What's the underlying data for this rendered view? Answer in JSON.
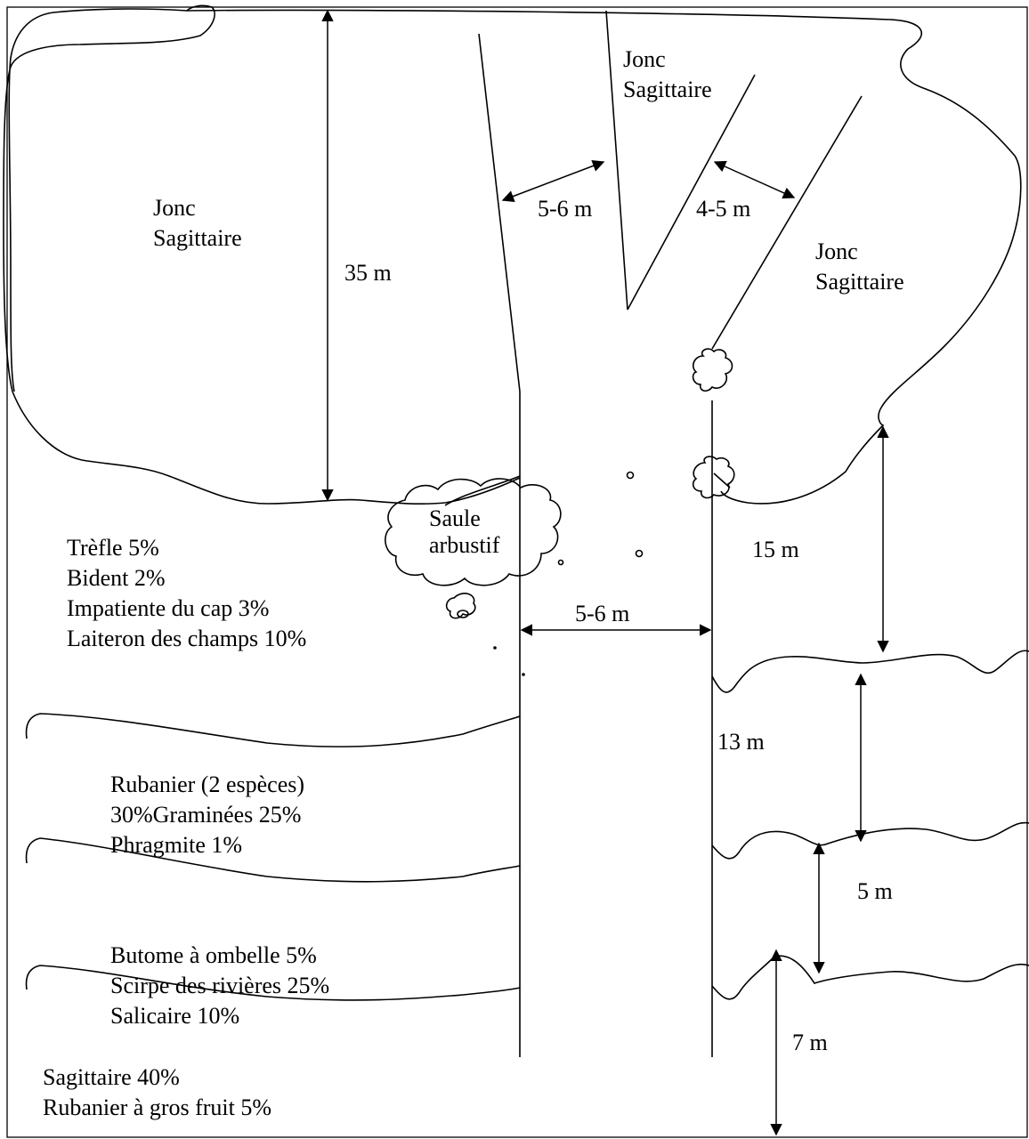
{
  "zones": {
    "top_left": {
      "lines": [
        "Jonc",
        "Sagittaire"
      ]
    },
    "top_middle": {
      "lines": [
        "Jonc",
        "Sagittaire"
      ]
    },
    "top_right": {
      "lines": [
        "Jonc",
        "Sagittaire"
      ]
    },
    "willow": {
      "lines": [
        "Saule",
        "arbustif"
      ]
    },
    "band1": {
      "lines": [
        "Trèfle 5%",
        "Bident 2%",
        "Impatiente du cap 3%",
        "Laiteron des champs 10%"
      ]
    },
    "band2": {
      "lines": [
        "Rubanier (2 espèces)",
        "30%Graminées 25%",
        "Phragmite 1%"
      ]
    },
    "band3": {
      "lines": [
        "Butome à ombelle 5%",
        "Scirpe des rivières 25%",
        "Salicaire 10%"
      ]
    },
    "band4": {
      "lines": [
        "Sagittaire 40%",
        "Rubanier à gros fruit 5%"
      ]
    }
  },
  "measurements": {
    "depth_top": "35 m",
    "channel_left_top": "5-6 m",
    "channel_right_top": "4-5 m",
    "channel_width": "5-6 m",
    "band1_height": "15 m",
    "band2_height": "13 m",
    "band3_height": "5 m",
    "band4_height": "7 m"
  }
}
